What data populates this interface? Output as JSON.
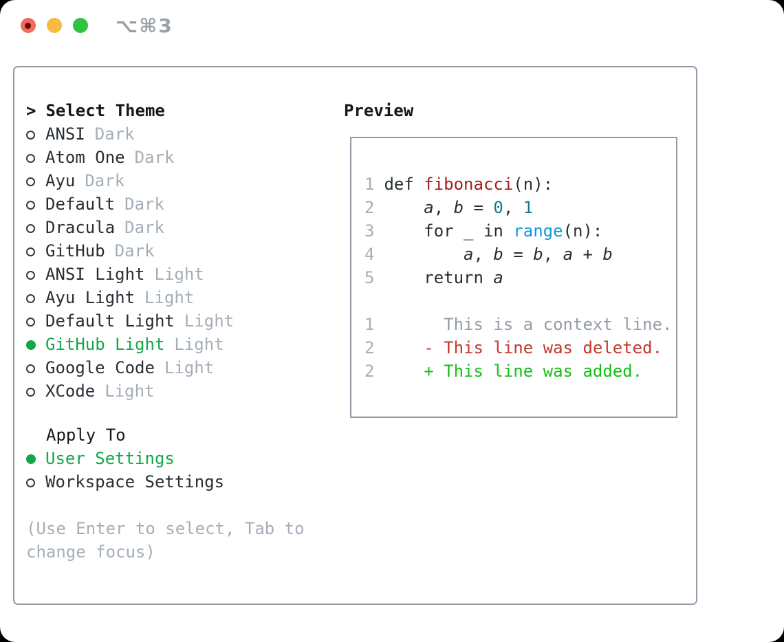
{
  "window": {
    "title": "⌥⌘3",
    "traffic_lights": {
      "close": "#f16a5e",
      "close_dot": "#6a0b02",
      "minimize": "#f6bc40",
      "zoom": "#2fc341"
    }
  },
  "theme_selector": {
    "prompt": ">",
    "title": "Select Theme",
    "themes": [
      {
        "name": "ANSI",
        "variant": "Dark",
        "selected": false
      },
      {
        "name": "Atom One",
        "variant": "Dark",
        "selected": false
      },
      {
        "name": "Ayu",
        "variant": "Dark",
        "selected": false
      },
      {
        "name": "Default",
        "variant": "Dark",
        "selected": false
      },
      {
        "name": "Dracula",
        "variant": "Dark",
        "selected": false
      },
      {
        "name": "GitHub",
        "variant": "Dark",
        "selected": false
      },
      {
        "name": "ANSI Light",
        "variant": "Light",
        "selected": false
      },
      {
        "name": "Ayu Light",
        "variant": "Light",
        "selected": false
      },
      {
        "name": "Default Light",
        "variant": "Light",
        "selected": false
      },
      {
        "name": "GitHub Light",
        "variant": "Light",
        "selected": true
      },
      {
        "name": "Google Code",
        "variant": "Light",
        "selected": false
      },
      {
        "name": "XCode",
        "variant": "Light",
        "selected": false
      }
    ],
    "apply_to": {
      "title": "Apply To",
      "options": [
        {
          "name": "User Settings",
          "selected": true
        },
        {
          "name": "Workspace Settings",
          "selected": false
        }
      ]
    },
    "hint": "(Use Enter to select, Tab to change focus)"
  },
  "preview": {
    "title": "Preview",
    "code_lines": [
      {
        "number": "1",
        "tokens": [
          {
            "text": "def ",
            "style": "plain"
          },
          {
            "text": "fibonacci",
            "style": "func"
          },
          {
            "text": "(n):",
            "style": "plain"
          }
        ]
      },
      {
        "number": "2",
        "tokens": [
          {
            "text": "    ",
            "style": "plain"
          },
          {
            "text": "a",
            "style": "var"
          },
          {
            "text": ", ",
            "style": "plain"
          },
          {
            "text": "b",
            "style": "var"
          },
          {
            "text": " = ",
            "style": "plain"
          },
          {
            "text": "0",
            "style": "num"
          },
          {
            "text": ", ",
            "style": "plain"
          },
          {
            "text": "1",
            "style": "num"
          }
        ]
      },
      {
        "number": "3",
        "tokens": [
          {
            "text": "    for _ in ",
            "style": "plain"
          },
          {
            "text": "range",
            "style": "builtin"
          },
          {
            "text": "(n):",
            "style": "plain"
          }
        ]
      },
      {
        "number": "4",
        "tokens": [
          {
            "text": "        ",
            "style": "plain"
          },
          {
            "text": "a",
            "style": "var"
          },
          {
            "text": ", ",
            "style": "plain"
          },
          {
            "text": "b",
            "style": "var"
          },
          {
            "text": " = ",
            "style": "plain"
          },
          {
            "text": "b",
            "style": "var"
          },
          {
            "text": ", ",
            "style": "plain"
          },
          {
            "text": "a",
            "style": "var"
          },
          {
            "text": " + ",
            "style": "plain"
          },
          {
            "text": "b",
            "style": "var"
          }
        ]
      },
      {
        "number": "5",
        "tokens": [
          {
            "text": "    return ",
            "style": "plain"
          },
          {
            "text": "a",
            "style": "var"
          }
        ]
      }
    ],
    "diff_lines": [
      {
        "number": "1",
        "tokens": [
          {
            "text": "      This is a context line.",
            "style": "context"
          }
        ]
      },
      {
        "number": "2",
        "tokens": [
          {
            "text": "    ",
            "style": "plain"
          },
          {
            "text": "- This line was deleted.",
            "style": "deleted"
          }
        ]
      },
      {
        "number": "2",
        "tokens": [
          {
            "text": "    ",
            "style": "plain"
          },
          {
            "text": "+ This line was added.",
            "style": "added"
          }
        ]
      }
    ]
  },
  "colors": {
    "selection_green": "#12a848",
    "added_green": "#17bd17",
    "deleted_red": "#c2382b",
    "function_red": "#a31d1d",
    "number_teal": "#0e7f85",
    "builtin_blue": "#0d9bd6",
    "text_dark": "#272e34",
    "muted_gray": "#a4aeb8",
    "context_gray": "#939da7",
    "border_gray": "#929ba5"
  }
}
